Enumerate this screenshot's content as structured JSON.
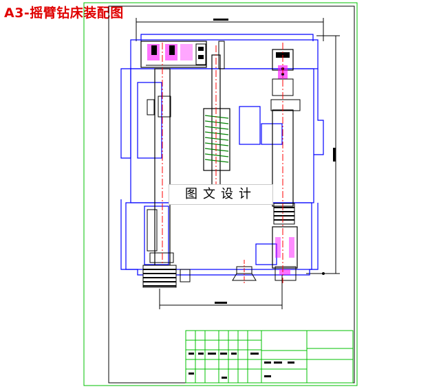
{
  "header": {
    "title": "A3-摇臂钻床装配图"
  },
  "watermark": {
    "text": "图文设计"
  },
  "colors": {
    "frame": "#00c000",
    "outline": "#0000ff",
    "centerline": "#ff0000",
    "hatch_accent": "#ff00ff",
    "title_red": "#e00000",
    "dimension": "#000000"
  },
  "title_block": {
    "left_grid": {
      "columns": 8,
      "rows": 4
    },
    "right_blocks": 3
  }
}
